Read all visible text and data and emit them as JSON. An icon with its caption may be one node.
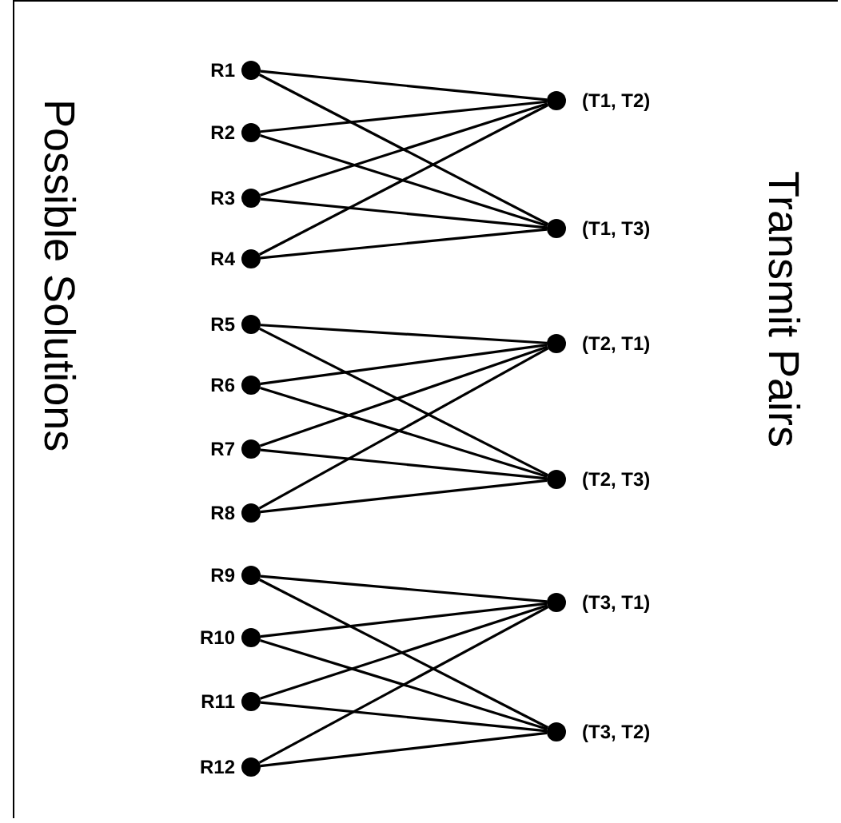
{
  "diagram": {
    "nodes": [
      {
        "text": [
          "R1"
        ]
      },
      {
        "text": [
          "R2"
        ]
      },
      {
        "text": [
          "R3"
        ]
      },
      {
        "text": [
          "R4"
        ]
      },
      {
        "text": [
          "R5"
        ]
      },
      {
        "text": [
          "R6"
        ]
      },
      {
        "text": [
          "R7"
        ]
      },
      {
        "text": [
          "R8"
        ]
      },
      {
        "text": [
          "R9"
        ]
      },
      {
        "text": [
          "R10"
        ]
      },
      {
        "text": [
          "R11"
        ]
      },
      {
        "text": [
          "R12"
        ]
      },
      {
        "text": [
          "(T1, T2)"
        ]
      },
      {
        "text": [
          "(T1, T3)"
        ]
      },
      {
        "text": [
          "(T2, T1)"
        ]
      },
      {
        "text": [
          "(T2, T3)"
        ]
      },
      {
        "text": [
          "(T3, T1)"
        ]
      },
      {
        "text": [
          "(T3, T2)"
        ]
      }
    ],
    "edges": [
      {
        "from": 0,
        "to": 12,
        "arrow": "none"
      },
      {
        "from": 0,
        "to": 13,
        "arrow": "none"
      },
      {
        "from": 1,
        "to": 12,
        "arrow": "none"
      },
      {
        "from": 1,
        "to": 13,
        "arrow": "none"
      },
      {
        "from": 2,
        "to": 12,
        "arrow": "none"
      },
      {
        "from": 2,
        "to": 13,
        "arrow": "none"
      },
      {
        "from": 3,
        "to": 12,
        "arrow": "none"
      },
      {
        "from": 3,
        "to": 13,
        "arrow": "none"
      },
      {
        "from": 4,
        "to": 14,
        "arrow": "none"
      },
      {
        "from": 4,
        "to": 15,
        "arrow": "none"
      },
      {
        "from": 5,
        "to": 14,
        "arrow": "none"
      },
      {
        "from": 5,
        "to": 15,
        "arrow": "none"
      },
      {
        "from": 6,
        "to": 14,
        "arrow": "none"
      },
      {
        "from": 6,
        "to": 15,
        "arrow": "none"
      },
      {
        "from": 7,
        "to": 14,
        "arrow": "none"
      },
      {
        "from": 7,
        "to": 15,
        "arrow": "none"
      },
      {
        "from": 8,
        "to": 16,
        "arrow": "none"
      },
      {
        "from": 8,
        "to": 17,
        "arrow": "none"
      },
      {
        "from": 9,
        "to": 16,
        "arrow": "none"
      },
      {
        "from": 9,
        "to": 17,
        "arrow": "none"
      },
      {
        "from": 10,
        "to": 16,
        "arrow": "none"
      },
      {
        "from": 10,
        "to": 17,
        "arrow": "none"
      },
      {
        "from": 11,
        "to": 16,
        "arrow": "none"
      },
      {
        "from": 11,
        "to": 17,
        "arrow": "none"
      }
    ],
    "labels": [
      "Possible Solutions",
      "Transmit Pairs"
    ]
  }
}
